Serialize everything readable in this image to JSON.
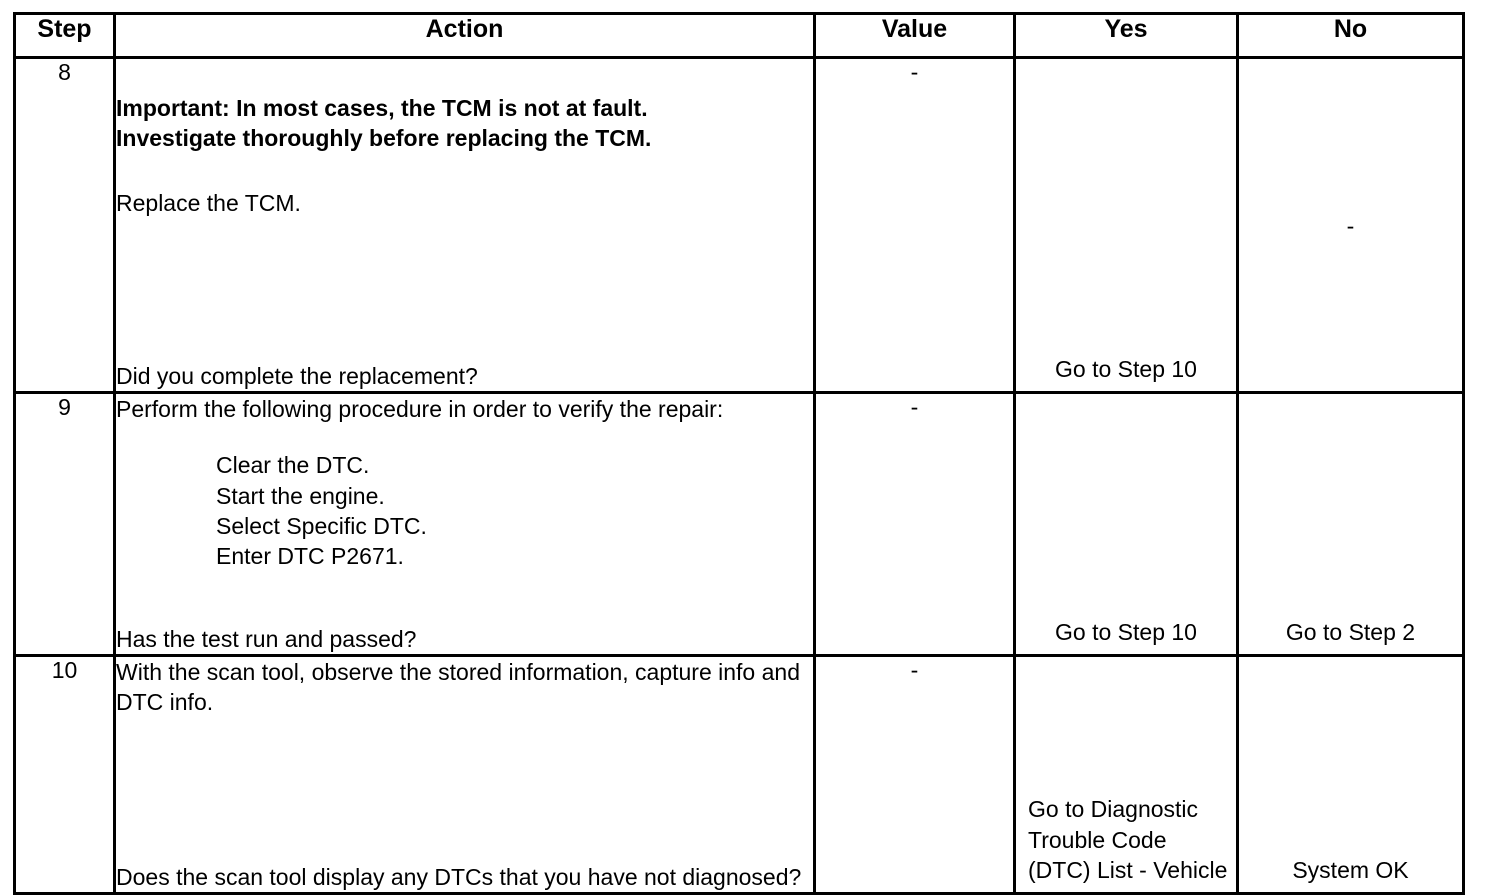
{
  "table": {
    "headers": [
      "Step",
      "Action",
      "Value",
      "Yes",
      "No"
    ],
    "rows": [
      {
        "step": "8",
        "action": {
          "important": "Important: In most cases, the TCM is not at fault.\nInvestigate thoroughly before replacing the TCM.",
          "instruction": "Replace the TCM.",
          "question": "Did you complete the replacement?"
        },
        "value": "-",
        "yes": "Go to Step 10",
        "no": "-"
      },
      {
        "step": "9",
        "action": {
          "intro": "Perform the following procedure in order to verify the repair:",
          "sub_items": "Clear the DTC.\nStart the engine.\nSelect Specific DTC.\nEnter DTC P2671.",
          "question": "Has the test run and passed?"
        },
        "value": "-",
        "yes": "Go to Step 10",
        "no": "Go to Step 2"
      },
      {
        "step": "10",
        "action": {
          "intro": "With the scan tool, observe the stored information, capture info and DTC info.",
          "question": "Does the scan tool display any DTCs that you have not diagnosed?"
        },
        "value": "-",
        "yes": "Go to Diagnostic Trouble Code (DTC) List - Vehicle",
        "no": "System OK"
      }
    ]
  },
  "colors": {
    "border": "#000000",
    "text": "#000000",
    "background": "#ffffff"
  }
}
